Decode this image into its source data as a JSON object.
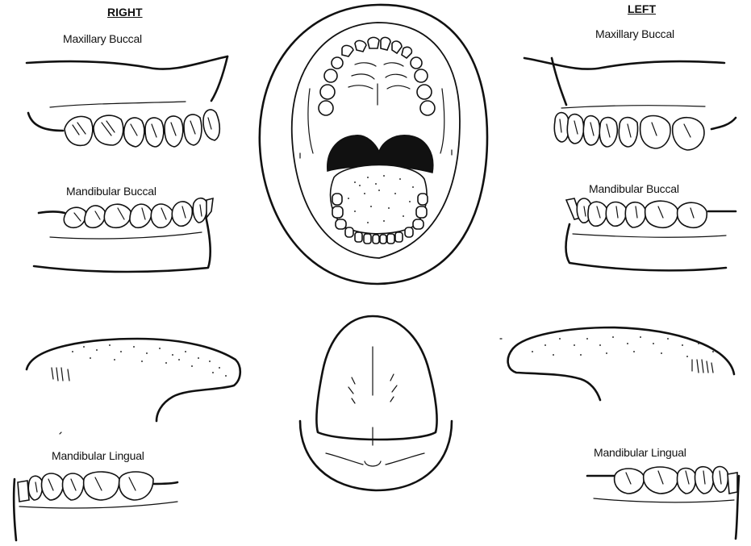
{
  "headers": {
    "right": "RIGHT",
    "left": "LEFT"
  },
  "labels": {
    "right_maxillary_buccal": "Maxillary Buccal",
    "right_mandibular_buccal": "Mandibular Buccal",
    "right_mandibular_lingual": "Mandibular Lingual",
    "left_maxillary_buccal": "Maxillary Buccal",
    "left_mandibular_buccal": "Mandibular Buccal",
    "left_mandibular_lingual": "Mandibular Lingual"
  },
  "colors": {
    "ink": "#111111",
    "background": "#ffffff"
  }
}
